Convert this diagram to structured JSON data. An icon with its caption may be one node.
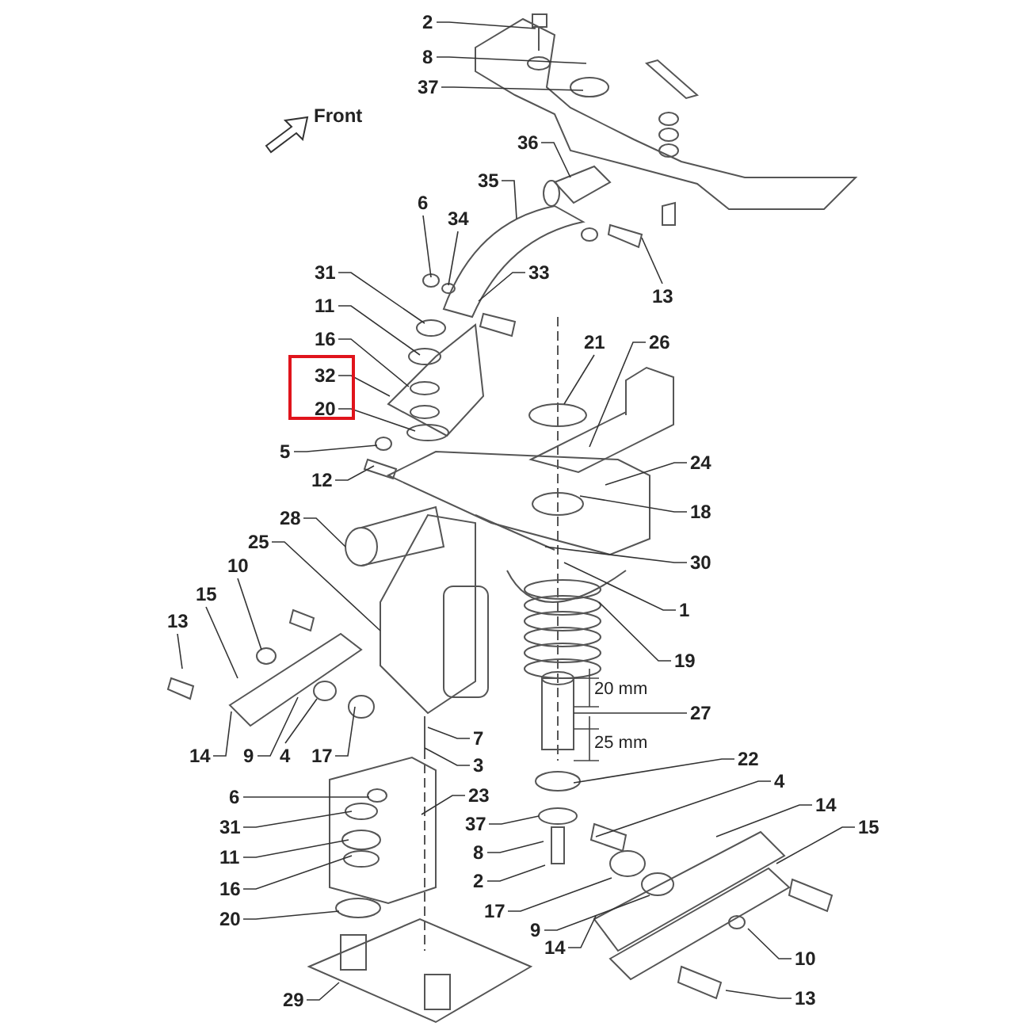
{
  "diagram": {
    "nodes": [
      {
        "text": [
          "2"
        ]
      },
      {
        "text": [
          "8"
        ]
      },
      {
        "text": [
          "37"
        ]
      },
      {
        "text": [
          "36"
        ]
      },
      {
        "text": [
          "35"
        ]
      },
      {
        "text": [
          "6"
        ]
      },
      {
        "text": [
          "34"
        ]
      },
      {
        "text": [
          "13"
        ]
      },
      {
        "text": [
          "31"
        ]
      },
      {
        "text": [
          "33"
        ]
      },
      {
        "text": [
          "11"
        ]
      },
      {
        "text": [
          "16"
        ]
      },
      {
        "text": [],
        "shape": "box"
      },
      {
        "text": [
          "32"
        ],
        "in": 12
      },
      {
        "text": [
          "20"
        ],
        "in": 12
      },
      {
        "text": [
          "21"
        ]
      },
      {
        "text": [
          "26"
        ]
      },
      {
        "text": [
          "5"
        ]
      },
      {
        "text": [
          "12"
        ]
      },
      {
        "text": [
          "24"
        ]
      },
      {
        "text": [
          "18"
        ]
      },
      {
        "text": [
          "28"
        ]
      },
      {
        "text": [
          "25"
        ]
      },
      {
        "text": [
          "30"
        ]
      },
      {
        "text": [
          "10"
        ]
      },
      {
        "text": [
          "15"
        ]
      },
      {
        "text": [
          "1"
        ]
      },
      {
        "text": [
          "13"
        ]
      },
      {
        "text": [
          "19"
        ]
      },
      {
        "text": [
          "27"
        ]
      },
      {
        "text": [
          "14"
        ]
      },
      {
        "text": [
          "9"
        ]
      },
      {
        "text": [
          "4"
        ]
      },
      {
        "text": [
          "17"
        ]
      },
      {
        "text": [
          "7"
        ]
      },
      {
        "text": [
          "3"
        ]
      },
      {
        "text": [
          "22"
        ]
      },
      {
        "text": [
          "4"
        ]
      },
      {
        "text": [
          "6"
        ]
      },
      {
        "text": [
          "23"
        ]
      },
      {
        "text": [
          "14"
        ]
      },
      {
        "text": [
          "37"
        ]
      },
      {
        "text": [
          "15"
        ]
      },
      {
        "text": [
          "31"
        ]
      },
      {
        "text": [
          "8"
        ]
      },
      {
        "text": [
          "11"
        ]
      },
      {
        "text": [
          "2"
        ]
      },
      {
        "text": [
          "16"
        ]
      },
      {
        "text": [
          "17"
        ]
      },
      {
        "text": [
          "9"
        ]
      },
      {
        "text": [
          "20"
        ]
      },
      {
        "text": [
          "14"
        ]
      },
      {
        "text": [
          "10"
        ]
      },
      {
        "text": [
          "29"
        ]
      },
      {
        "text": [
          "13"
        ]
      }
    ],
    "edges": [
      {
        "from": 0,
        "to": null,
        "arrow": "none"
      },
      {
        "from": 1,
        "to": null,
        "arrow": "none"
      },
      {
        "from": 2,
        "to": null,
        "arrow": "none"
      },
      {
        "from": 3,
        "to": null,
        "arrow": "none"
      },
      {
        "from": 4,
        "to": null,
        "arrow": "none"
      },
      {
        "from": 5,
        "to": null,
        "arrow": "none"
      },
      {
        "from": 6,
        "to": null,
        "arrow": "none"
      },
      {
        "from": 7,
        "to": null,
        "arrow": "none"
      },
      {
        "from": 8,
        "to": null,
        "arrow": "none"
      },
      {
        "from": 9,
        "to": null,
        "arrow": "none"
      },
      {
        "from": 10,
        "to": null,
        "arrow": "none"
      },
      {
        "from": 11,
        "to": null,
        "arrow": "none"
      },
      {
        "from": 13,
        "to": null,
        "arrow": "none"
      },
      {
        "from": 14,
        "to": null,
        "arrow": "none"
      },
      {
        "from": 15,
        "to": null,
        "arrow": "none"
      },
      {
        "from": 16,
        "to": null,
        "arrow": "none"
      },
      {
        "from": 17,
        "to": null,
        "arrow": "none"
      },
      {
        "from": 18,
        "to": null,
        "arrow": "none"
      },
      {
        "from": 19,
        "to": null,
        "arrow": "none"
      },
      {
        "from": 20,
        "to": null,
        "arrow": "none"
      },
      {
        "from": 21,
        "to": null,
        "arrow": "none"
      },
      {
        "from": 22,
        "to": null,
        "arrow": "none"
      },
      {
        "from": 23,
        "to": null,
        "arrow": "none"
      },
      {
        "from": 24,
        "to": null,
        "arrow": "none"
      },
      {
        "from": 25,
        "to": null,
        "arrow": "none"
      },
      {
        "from": 26,
        "to": null,
        "arrow": "none"
      },
      {
        "from": 27,
        "to": null,
        "arrow": "none"
      },
      {
        "from": 28,
        "to": null,
        "arrow": "none"
      },
      {
        "from": 29,
        "to": null,
        "arrow": "none"
      },
      {
        "from": 30,
        "to": null,
        "arrow": "none"
      },
      {
        "from": 31,
        "to": null,
        "arrow": "none"
      },
      {
        "from": 32,
        "to": null,
        "arrow": "none"
      },
      {
        "from": 33,
        "to": null,
        "arrow": "none"
      },
      {
        "from": 34,
        "to": null,
        "arrow": "none"
      },
      {
        "from": 35,
        "to": null,
        "arrow": "none"
      },
      {
        "from": 36,
        "to": null,
        "arrow": "none"
      },
      {
        "from": 37,
        "to": null,
        "arrow": "none"
      },
      {
        "from": 38,
        "to": null,
        "arrow": "none"
      },
      {
        "from": 39,
        "to": null,
        "arrow": "none"
      },
      {
        "from": 40,
        "to": null,
        "arrow": "none"
      },
      {
        "from": 41,
        "to": null,
        "arrow": "none"
      },
      {
        "from": 42,
        "to": null,
        "arrow": "none"
      },
      {
        "from": 43,
        "to": null,
        "arrow": "none"
      },
      {
        "from": 44,
        "to": null,
        "arrow": "none"
      },
      {
        "from": 45,
        "to": null,
        "arrow": "none"
      },
      {
        "from": 46,
        "to": null,
        "arrow": "none"
      },
      {
        "from": 47,
        "to": null,
        "arrow": "none"
      },
      {
        "from": 48,
        "to": null,
        "arrow": "none"
      },
      {
        "from": 49,
        "to": null,
        "arrow": "none"
      },
      {
        "from": 50,
        "to": null,
        "arrow": "none"
      },
      {
        "from": 51,
        "to": null,
        "arrow": "none"
      },
      {
        "from": 52,
        "to": null,
        "arrow": "none"
      },
      {
        "from": 53,
        "to": null,
        "arrow": "none"
      },
      {
        "from": 54,
        "to": null,
        "arrow": "none"
      }
    ],
    "labels": [
      "Front",
      "20 mm",
      "25 mm"
    ]
  }
}
